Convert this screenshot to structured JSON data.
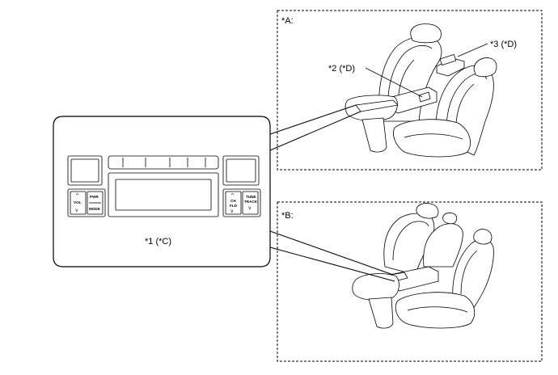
{
  "labels": {
    "panel_a": "*A:",
    "panel_b": "*B:",
    "callout_1": "*1 (*C)",
    "callout_2": "*2 (*D)",
    "callout_3": "*3 (*D)"
  },
  "control_panel": {
    "vol": "VOL",
    "pwr": "PWR",
    "mode": "MODE",
    "ch": "CH",
    "fld": "FLD",
    "tune": "TUNE",
    "track": "TRACK"
  },
  "colors": {
    "line": "#000000",
    "background": "#ffffff"
  }
}
